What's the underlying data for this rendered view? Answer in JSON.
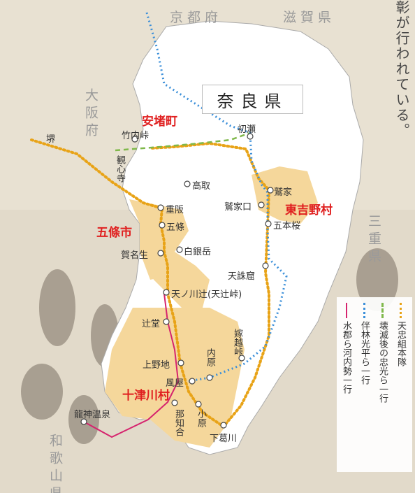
{
  "caption": "彰が行われている。",
  "map_title": "奈良県",
  "prefectures": {
    "kyoto": "京都府",
    "shiga": "滋賀県",
    "osaka": "大阪府",
    "mie": "三重県",
    "wakayama": "和歌山県"
  },
  "highlight_labels": {
    "ando": "安堵町",
    "gojo": "五條市",
    "higashiyoshino": "東吉野村",
    "totsukawa": "十津川村"
  },
  "places": {
    "sakai": "堺",
    "takenouchi": "竹内峠",
    "hatsuse": "初瀬",
    "kanshinji": "観心寺",
    "takatori": "高取",
    "washikaya": "鷲家",
    "washikayaguchi": "鷲家口",
    "shigesaka": "重阪",
    "gojo_pt": "五條",
    "gohonmatsu": "五本桜",
    "kanao": "賀名生",
    "shiroganedake": "白銀岳",
    "tenchukutsu": "天誅窟",
    "tennokawatsuji": "天ノ川辻(天辻峠)",
    "tsujido": "辻堂",
    "yomekoshi": "嫁越峠",
    "kaminoji": "上野地",
    "naihara": "内原",
    "kazaya": "風屋",
    "ryujin": "龍神温泉",
    "nachigo": "那知合",
    "kohara": "小原",
    "shimokuzukawa": "下葛川"
  },
  "legend": [
    {
      "label": "天忠組本隊",
      "color": "#e8a317",
      "style": "dotted"
    },
    {
      "label": "壊滅後の忠光ら一行",
      "color": "#7fb84a",
      "style": "dashed"
    },
    {
      "label": "伴林光平ら一行",
      "color": "#3b8fd9",
      "style": "dotted"
    },
    {
      "label": "水郡ら河内勢一行",
      "color": "#d6246e",
      "style": "solid"
    }
  ]
}
